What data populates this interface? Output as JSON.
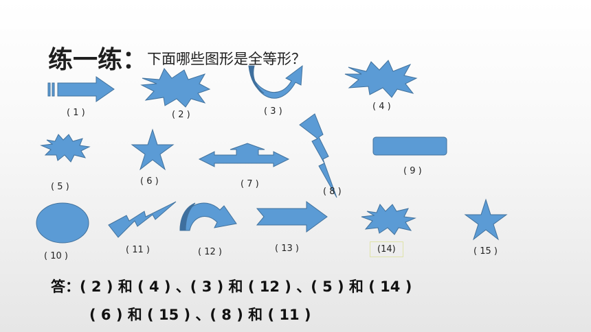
{
  "title": "练一练：",
  "subtitle": "下面哪些图形是全等形？",
  "labels": {
    "l1": "( 1 )",
    "l2": "( 2 )",
    "l3": "( 3 )",
    "l4": "( 4 )",
    "l5": "( 5 )",
    "l6": "( 6 )",
    "l7": "( 7 )",
    "l8": "( 8 )",
    "l9": "( 9 )",
    "l10": "( 10 )",
    "l11": "( 11 )",
    "l12": "( 12 )",
    "l13": "( 13 )",
    "l14": "(14)",
    "l15": "( 15 )"
  },
  "answer": {
    "line1": "答：( 2 ) 和 ( 4 ) 、( 3 ) 和 ( 12 ) 、( 5 ) 和 ( 14 )",
    "line2": "( 6 ) 和 ( 15 ) 、( 8 ) 和 ( 11 )"
  },
  "colors": {
    "fill": "#5b9bd5",
    "stroke": "#41719c",
    "dark": "#3e6f9e"
  }
}
